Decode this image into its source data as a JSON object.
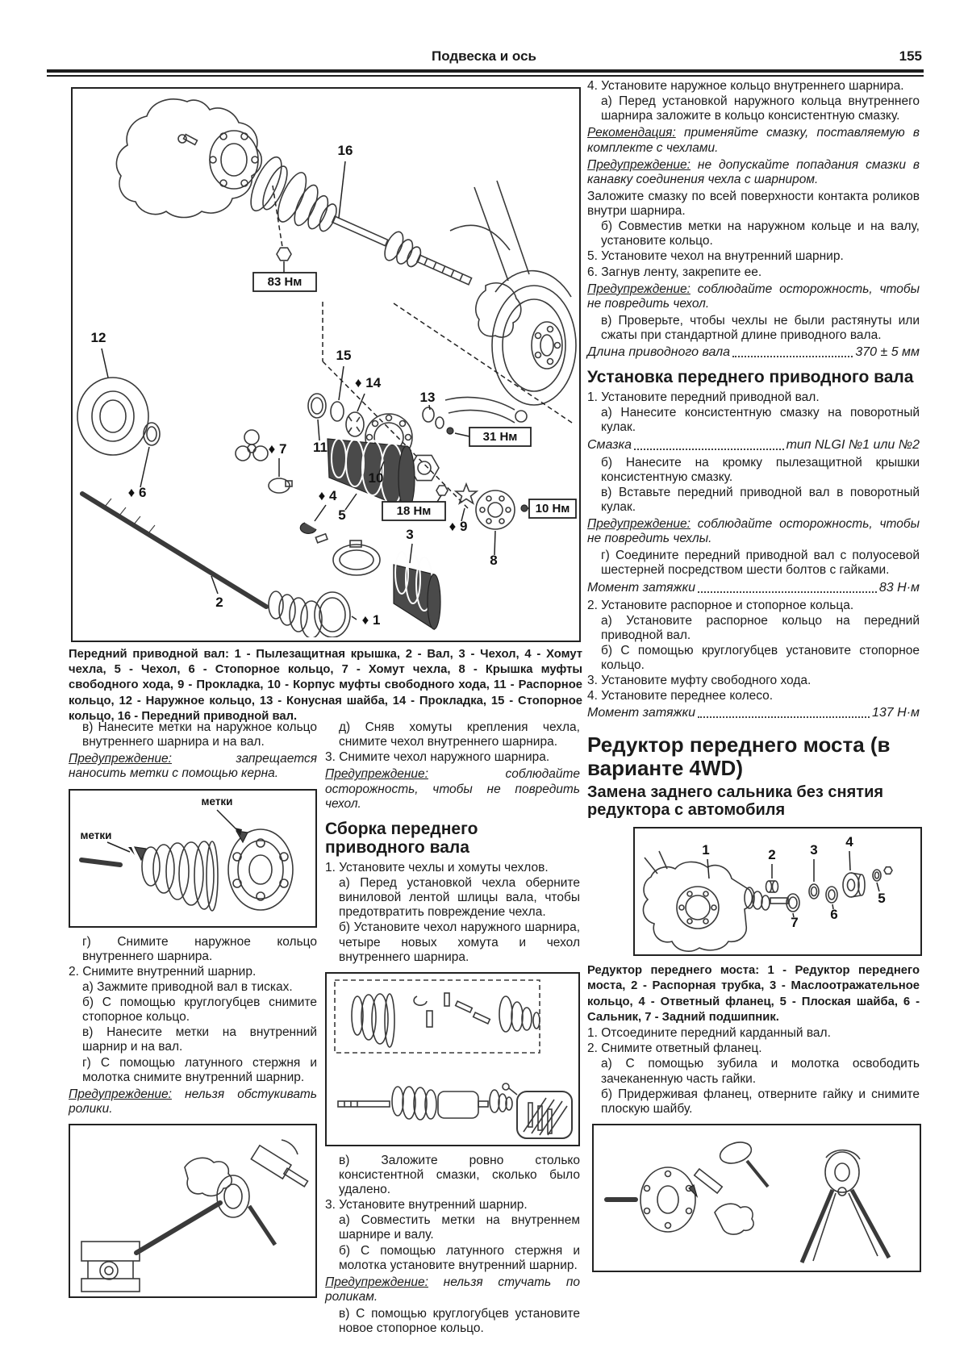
{
  "header": {
    "title": "Подвеска и ось",
    "page": "155"
  },
  "fig_main": {
    "caption": "Передний приводной вал: 1 - Пылезащитная крышка, 2 - Вал, 3 - Чехол, 4 - Хомут чехла, 5 - Чехол, 6 - Стопорное кольцо, 7 - Хомут чехла, 8 - Крышка муфты свободного хода, 9 - Прокладка, 10 - Корпус муфты свободного хода, 11 - Распорное кольцо, 12 - Наружное кольцо, 13 - Конусная шайба, 14 - Прокладка, 15 - Стопорное кольцо, 16 - Передний приводной вал.",
    "torques": {
      "t83": "83 Нм",
      "t31": "31 Нм",
      "t18": "18 Нм",
      "t10": "10 Нм"
    },
    "labels": {
      "n1": "♦ 1",
      "n2": "2",
      "n3": "3",
      "n4": "♦ 4",
      "n5": "5",
      "n6": "♦ 6",
      "n7": "♦ 7",
      "n8": "8",
      "n9": "♦ 9",
      "n10": "10",
      "n11": "11",
      "n12": "12",
      "n13": "13",
      "n14": "♦ 14",
      "n15": "15",
      "n16": "16"
    }
  },
  "fig_marks": {
    "label_top": "метки",
    "label_left": "метки"
  },
  "left": {
    "v_item": "в) Нанесите метки на наружное кольцо внутреннего шарнира и на вал.",
    "warn1_label": "Предупреждение:",
    "warn1_text": "запрещается наносить метки с помощью керна.",
    "g_item": "г) Снимите наружное кольцо внутреннего шарнира.",
    "s2": "2. Снимите внутренний шарнир.",
    "s2a": "а) Зажмите приводной вал в тисках.",
    "s2b": "б) С помощью круглогубцев снимите стопорное кольцо.",
    "s2v": "в) Нанесите метки на внутренний шарнир и на вал.",
    "s2g": "г) С помощью латунного стержня и молотка снимите внутренний шарнир.",
    "warn2_label": "Предупреждение:",
    "warn2_text": "нельзя обстукивать ролики."
  },
  "mid": {
    "d_item": "д) Сняв хомуты крепления чехла, снимите чехол внутреннего шарнира.",
    "s3": "3. Снимите чехол наружного шарнира.",
    "warn1_label": "Предупреждение:",
    "warn1_text": "соблюдайте осторожность, чтобы не повредить чехол.",
    "h_assembly": "Сборка переднего приводного вала",
    "s1": "1. Установите чехлы и хомуты чехлов.",
    "s1a": "а) Перед установкой чехла оберните виниловой лентой шлицы вала, чтобы предотвратить повреждение чехла.",
    "s1b": "б) Установите чехол наружного шарнира, четыре новых хомута и чехол внутреннего шарнира.",
    "s1v": "в) Заложите ровно столько консистентной смазки, сколько было удалено.",
    "s3i": "3. Установите внутренний шарнир.",
    "s3a": "а) Совместить метки на внутреннем шарнире и валу.",
    "s3b": "б) С помощью латунного стержня и молотка установите внутренний шарнир.",
    "warn2_label": "Предупреждение:",
    "warn2_text": "нельзя стучать по роликам.",
    "s3v": "в) С помощью круглогубцев установите новое стопорное кольцо."
  },
  "right": {
    "s4": "4. Установите наружное кольцо внутреннего шарнира.",
    "s4a": "а) Перед установкой наружного кольца внутреннего шарнира заложите в кольцо консистентную смазку.",
    "rec_label": "Рекомендация:",
    "rec_text": "применяйте смазку, поставляемую в комплекте с чехлами.",
    "warn1_label": "Предупреждение:",
    "warn1_text": "не допускайте попадания смазки в канавку соединения чехла с шарниром.",
    "p_grease": "Заложите смазку по всей поверхности контакта роликов внутри шарнира.",
    "s4b": "б) Совместив метки на наружном кольце и на валу, установите кольцо.",
    "s5": "5. Установите чехол на внутренний шарнир.",
    "s6": "6. Загнув ленту, закрепите ее.",
    "warn2_label": "Предупреждение:",
    "warn2_text": "соблюдайте осторожность, чтобы не повредить чехол.",
    "s6v": "в) Проверьте, чтобы чехлы не были растянуты или сжаты при стандартной длине приводного вала.",
    "spec1_name": "Длина приводного вала",
    "spec1_value": "370 ± 5 мм",
    "h_install": "Установка переднего приводного вала",
    "i1": "1. Установите передний приводной вал.",
    "i1a": "а) Нанесите консистентную смазку на поворотный кулак.",
    "spec2_name": "Смазка",
    "spec2_value": "тип NLGI №1 или №2",
    "i1b": "б) Нанесите на кромку пылезащитной крышки консистентную смазку.",
    "i1v": "в) Вставьте передний приводной вал в поворотный кулак.",
    "warn3_label": "Предупреждение:",
    "warn3_text": "соблюдайте осторожность, чтобы не повредить чехлы.",
    "i1g": "г) Соедините передний приводной вал с полуосевой шестерней посредством шести болтов с гайками.",
    "spec3_name": "Момент затяжки",
    "spec3_value": "83 Н·м",
    "i2": "2. Установите распорное и стопорное кольца.",
    "i2a": "а) Установите распорное кольцо на передний приводной вал.",
    "i2b": "б) С помощью круглогубцев установите стопорное кольцо.",
    "i3": "3. Установите муфту свободного хода.",
    "i4": "4. Установите переднее колесо.",
    "spec4_name": "Момент затяжки",
    "spec4_value": "137 Н·м",
    "h_reducer": "Редуктор переднего моста (в варианте 4WD)",
    "h_seal": "Замена заднего сальника без снятия редуктора с автомобиля",
    "r1": "1. Отсоедините передний карданный вал.",
    "r2": "2. Снимите ответный фланец.",
    "r2a": "а) С помощью зубила и молотка освободить зачеканенную часть гайки.",
    "r2b": "б) Придерживая фланец, отверните гайку и снимите плоскую шайбу."
  },
  "fig_reducer": {
    "caption": "Редуктор переднего моста: 1 - Редуктор переднего моста, 2 - Распорная трубка, 3 - Маслоотражательное кольцо, 4 - Ответный фланец, 5 - Плоская шайба, 6 - Сальник, 7 - Задний подшипник.",
    "labels": {
      "n1": "1",
      "n2": "2",
      "n3": "3",
      "n4": "4",
      "n5": "5",
      "n6": "6",
      "n7": "7"
    }
  }
}
